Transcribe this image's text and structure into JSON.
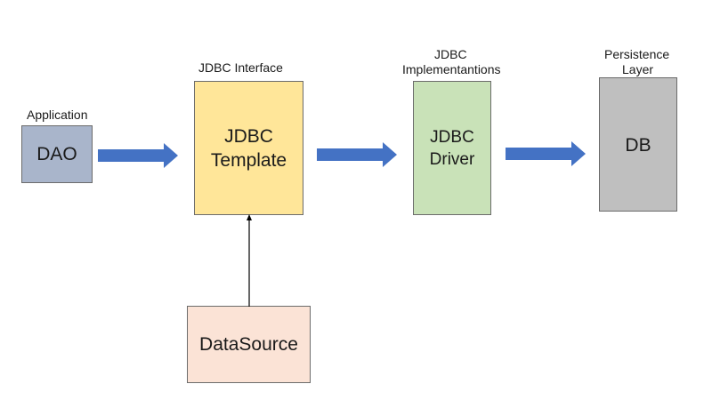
{
  "labels": {
    "application": "Application",
    "jdbc_interface": "JDBC Interface",
    "jdbc_implementations_line1": "JDBC",
    "jdbc_implementations_line2": "Implementantions",
    "persistence_line1": "Persistence",
    "persistence_line2": "Layer"
  },
  "boxes": {
    "dao": {
      "label": "DAO",
      "fill": "#a9b5cb"
    },
    "jdbc_template": {
      "label": "JDBC\nTemplate",
      "fill": "#ffe699"
    },
    "jdbc_driver": {
      "label": "JDBC\nDriver",
      "fill": "#c9e2b8"
    },
    "db": {
      "label": "DB",
      "fill": "#bfbfbf"
    },
    "datasource": {
      "label": "DataSource",
      "fill": "#fbe3d6"
    }
  },
  "colors": {
    "arrow_fill": "#4472c4",
    "connector": "#000000"
  }
}
